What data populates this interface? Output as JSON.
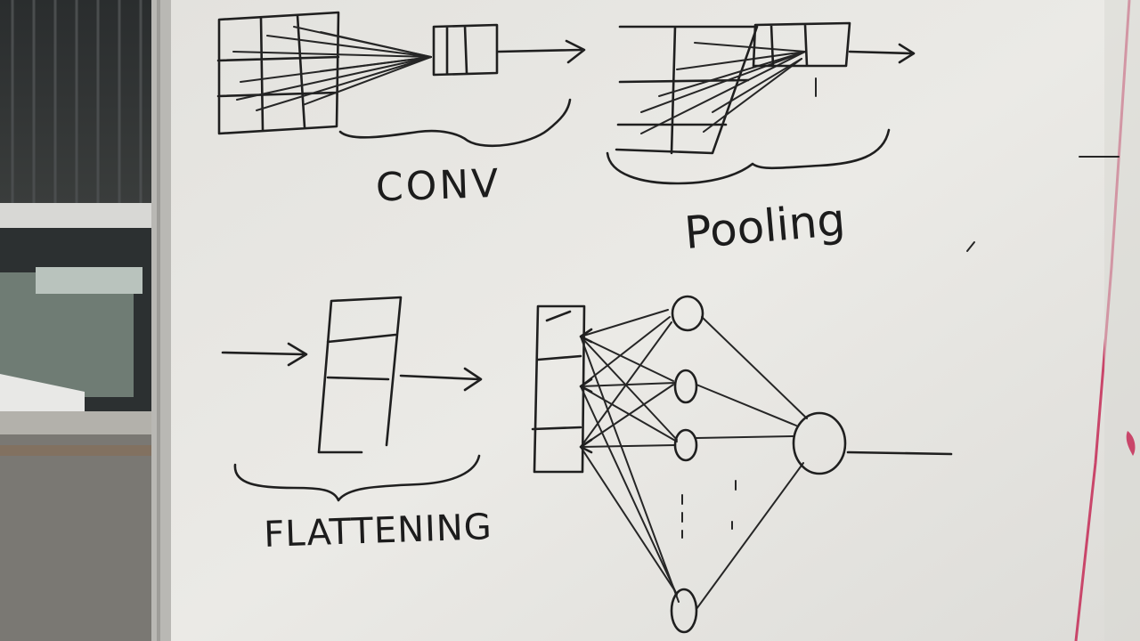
{
  "labels": {
    "conv": "CONV",
    "pooling": "Pooling",
    "flattening": "FLATTENING"
  },
  "colors": {
    "board": "#e7e6e2",
    "ink": "#1f1f1f",
    "frame": "#b9b8b4",
    "margin_line": "#c9466a"
  }
}
